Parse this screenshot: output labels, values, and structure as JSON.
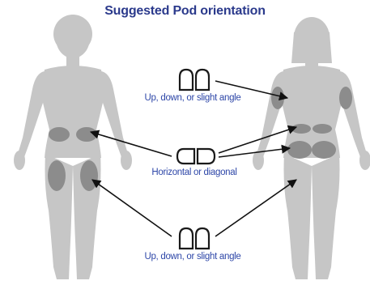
{
  "title": "Suggested Pod orientation",
  "labels": {
    "top": "Up, down, or slight angle",
    "middle": "Horizontal or diagonal",
    "bottom": "Up, down, or slight angle"
  },
  "colors": {
    "title": "#2b3a8c",
    "label": "#2e47a8",
    "body": "#c6c6c6",
    "site": "#8c8c8c",
    "arrow": "#111111",
    "pod_outline": "#1a1a1a"
  },
  "icons": {
    "pod": "pod-outline-icon",
    "arrow": "arrow-icon"
  }
}
